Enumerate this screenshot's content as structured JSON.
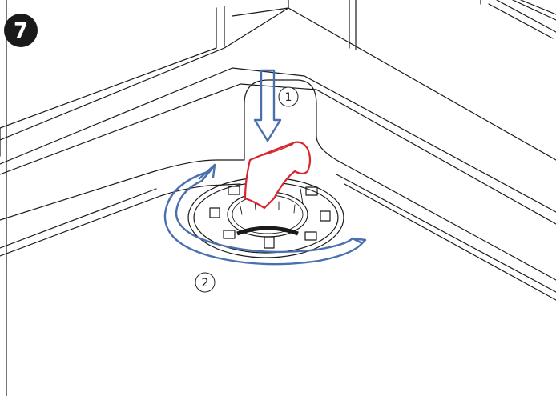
{
  "step_badge": {
    "number": "7"
  },
  "callouts": [
    {
      "label": "1"
    },
    {
      "label": "2"
    }
  ],
  "colors": {
    "badge_fill": "#1a1a1a",
    "arrow_blue": "#4a6fae",
    "key_red": "#d8242b",
    "line": "#1a1a1a"
  },
  "icons": {
    "press_down_arrow": "down-arrow-icon",
    "rotate_arrow": "counterclockwise-rotate-arrow-icon"
  }
}
